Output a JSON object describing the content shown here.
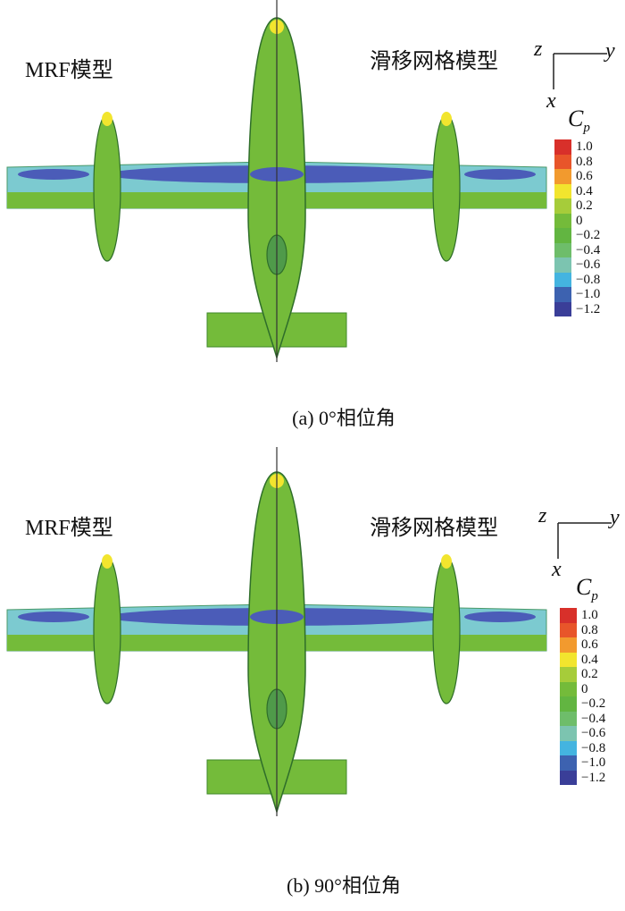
{
  "panels": [
    {
      "id": "a",
      "left_label": "MRF模型",
      "right_label": "滑移网格模型",
      "caption": "(a) 0°相位角"
    },
    {
      "id": "b",
      "left_label": "MRF模型",
      "right_label": "滑移网格模型",
      "caption": "(b) 90°相位角"
    }
  ],
  "axes": {
    "z": "z",
    "y": "y",
    "x": "x"
  },
  "colorbar": {
    "title": "C",
    "title_sub": "p",
    "ticks": [
      "1.0",
      "0.8",
      "0.6",
      "0.4",
      "0.2",
      "0",
      "−0.2",
      "−0.4",
      "−0.6",
      "−0.8",
      "−1.0",
      "−1.2"
    ],
    "colors": [
      "#d8302a",
      "#e8552a",
      "#f29a2e",
      "#f2e52e",
      "#a6cc3a",
      "#74bb3a",
      "#62b541",
      "#6ebd6a",
      "#7cc4b0",
      "#44b4e0",
      "#3d62b0",
      "#3a3e98"
    ]
  },
  "surface_colors": {
    "green": "#74bb3a",
    "light_green": "#a6cc3a",
    "cyan": "#7ccad0",
    "blue": "#4b5cb8",
    "yellow": "#f2e52e",
    "dark": "#2f6e2a"
  }
}
